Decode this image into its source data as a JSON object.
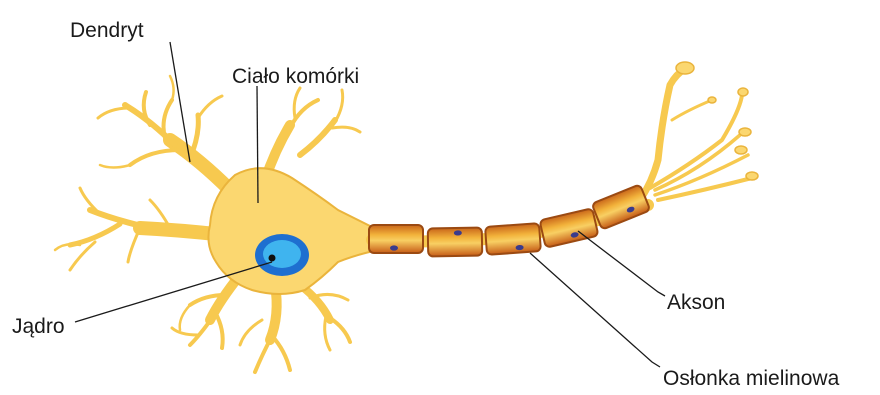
{
  "labels": {
    "dendrite": "Dendryt",
    "cell_body": "Ciało komórki",
    "nucleus": "Jądro",
    "axon": "Akson",
    "myelin": "Osłonka mielinowa"
  },
  "colors": {
    "cell_fill": "#fbd770",
    "cell_stroke": "#e8b23a",
    "myelin_fill": "#e79a1e",
    "myelin_stroke": "#9b4a12",
    "myelin_highlight": "#f9d36a",
    "schwann_nucleus": "#3a3b8c",
    "nucleus_outer": "#1e6fd0",
    "nucleus_inner": "#3fb4ef",
    "nucleolus": "#101010"
  },
  "icons": {
    "neuron": "neuron-illustration"
  }
}
